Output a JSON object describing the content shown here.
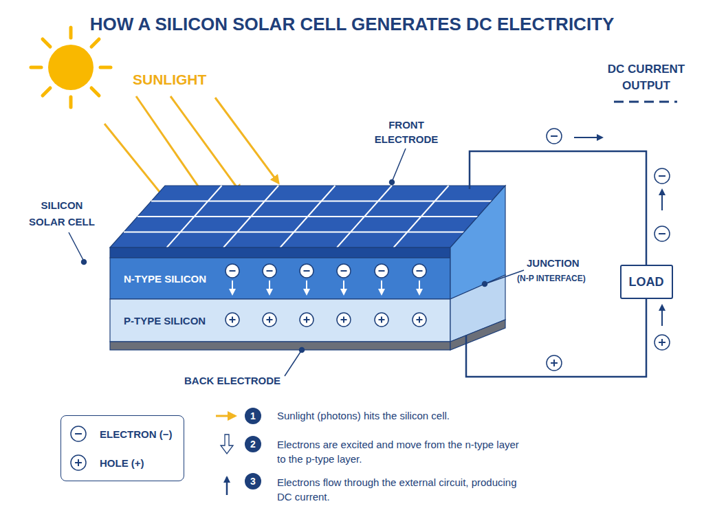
{
  "diagram": {
    "title": "HOW A SILICON SOLAR CELL GENERATES DC ELECTRICITY",
    "nodes": [
      {
        "text": [
          "N-TYPE SILICON"
        ]
      },
      {
        "text": [
          "P-TYPE SILICON"
        ]
      },
      {
        "text": [
          "LOAD"
        ]
      }
    ],
    "labels": [
      "SUNLIGHT",
      "DC CURRENT OUTPUT",
      "FRONT ELECTRODE",
      "SILICON SOLAR CELL",
      "JUNCTION",
      "(N-P INTERFACE)",
      "BACK ELECTRODE",
      "1",
      "Sunlight (photons) hits the silicon cell.",
      "2",
      "Electrons are excited and move from the n-type layer to the p-type layer.",
      "3",
      "Electrons flow through the external circuit, producing DC current."
    ],
    "legend": [
      {
        "text": "ELECTRON (−)"
      },
      {
        "text": "HOLE (+)"
      }
    ]
  }
}
